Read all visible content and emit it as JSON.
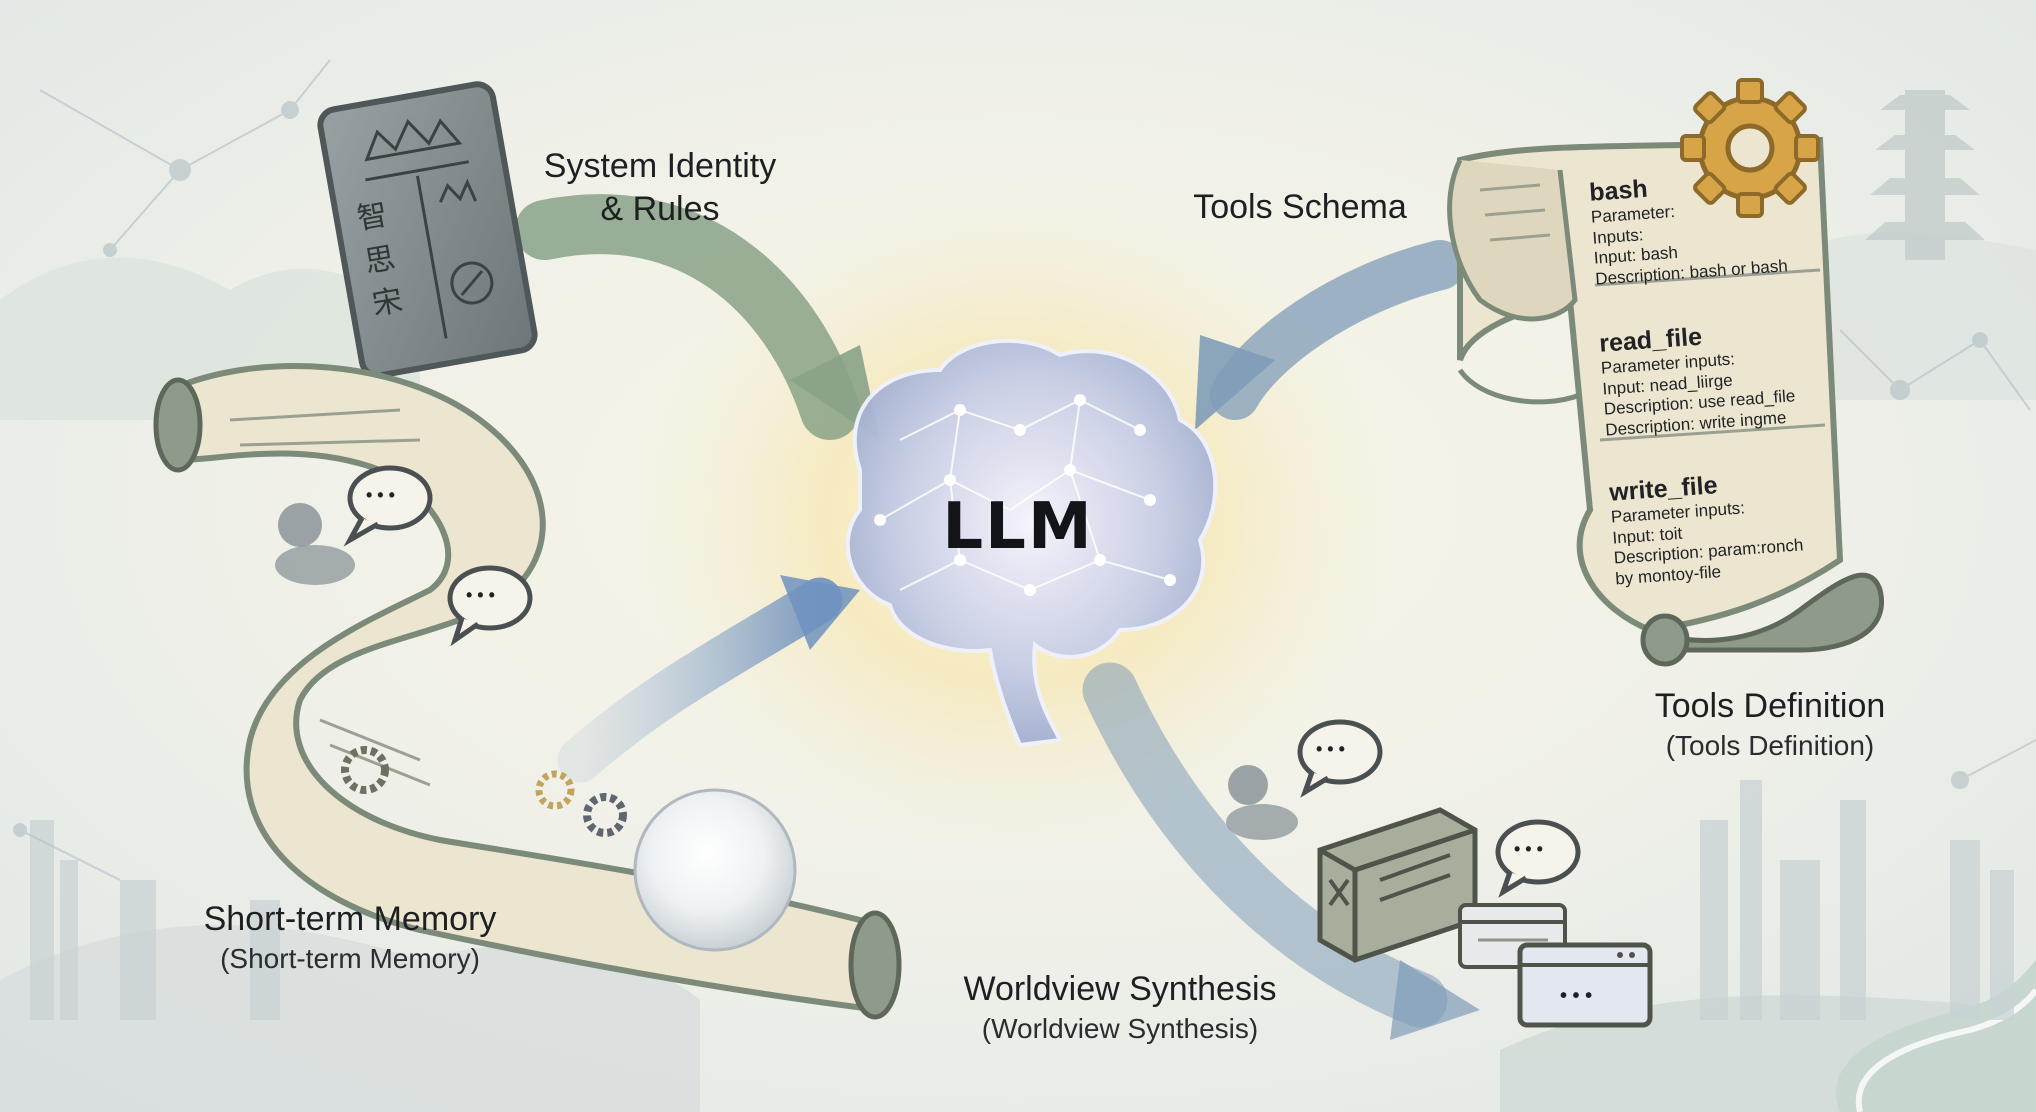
{
  "center": {
    "label": "LLM"
  },
  "labels": {
    "system_identity_line1": "System Identity",
    "system_identity_line2": "& Rules",
    "tools_schema": "Tools Schema",
    "tools_definition": "Tools Definition",
    "tools_definition_sub": "(Tools Definition)",
    "short_term_memory": "Short-term Memory",
    "short_term_memory_sub": "(Short-term Memory)",
    "worldview_synthesis": "Worldview Synthesis",
    "worldview_synthesis_sub": "(Worldview Synthesis)"
  },
  "tablet": {
    "glyphs": [
      "智",
      "思",
      "宋"
    ]
  },
  "tools_scroll": {
    "tools": [
      {
        "name": "bash",
        "lines": [
          "Parameter:",
          "Inputs:",
          "Input: bash",
          "Description: bash or bash"
        ]
      },
      {
        "name": "read_file",
        "lines": [
          "Parameter inputs:",
          "Input: nead_liirge",
          "Description: use read_file",
          "Description: write ingme"
        ]
      },
      {
        "name": "write_file",
        "lines": [
          "Parameter inputs:",
          "Input: toit",
          "Description: param:ronch",
          "by montoy-file"
        ]
      }
    ]
  },
  "bubbles": {
    "ellipsis": "• • •"
  },
  "colors": {
    "arrow_green": "#8aa287",
    "arrow_blue": "#7f9cb8",
    "parchment": "#ece5cf",
    "scroll_edge": "#7c8a79",
    "gear": "#d7a548",
    "brain_glow": "#f4e6b0"
  }
}
